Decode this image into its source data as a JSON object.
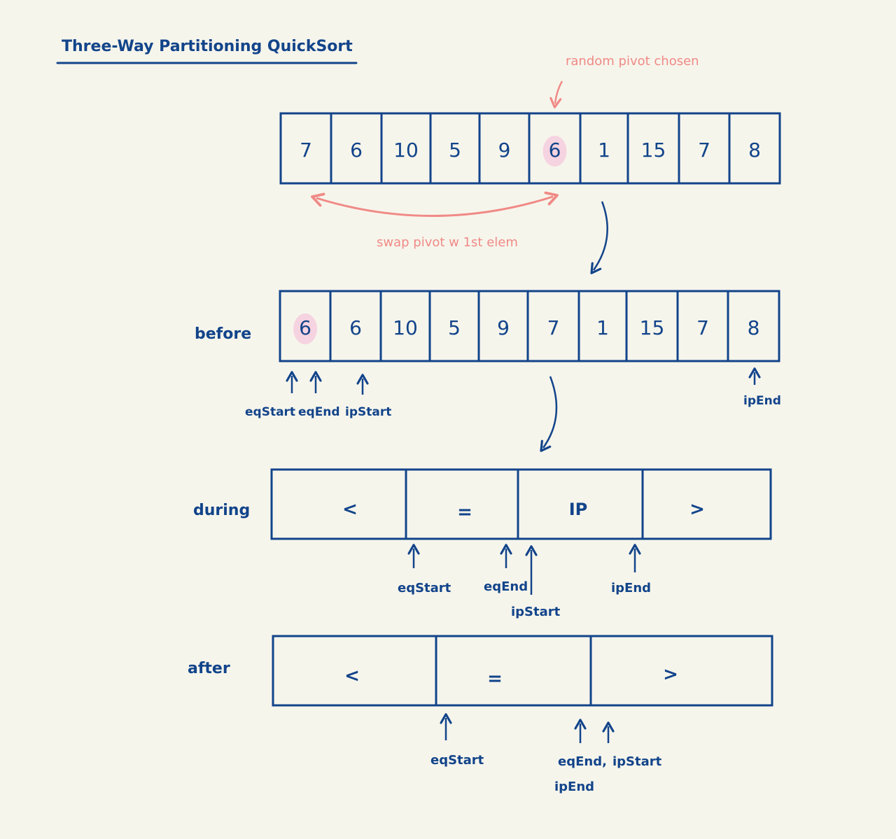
{
  "title": "Three-Way Partitioning QuickSort",
  "annotations": {
    "pivot_note": "random pivot chosen",
    "swap_note": "swap pivot w 1st elem"
  },
  "initial_array": [
    "7",
    "6",
    "10",
    "5",
    "9",
    "6",
    "1",
    "15",
    "7",
    "8"
  ],
  "before": {
    "label": "before",
    "array": [
      "6",
      "6",
      "10",
      "5",
      "9",
      "7",
      "1",
      "15",
      "7",
      "8"
    ],
    "pointers": {
      "eqStart": "eqStart",
      "eqEnd": "eqEnd",
      "ipStart": "ipStart",
      "ipEnd": "ipEnd"
    }
  },
  "during": {
    "label": "during",
    "regions": [
      "<",
      "=",
      "IP",
      ">"
    ],
    "pointers": {
      "eqStart": "eqStart",
      "eqEnd": "eqEnd",
      "ipStart": "ipStart",
      "ipEnd": "ipEnd"
    }
  },
  "after": {
    "label": "after",
    "regions": [
      "<",
      "=",
      ">"
    ],
    "pointers": {
      "eqStart": "eqStart",
      "eqEnd": "eqEnd,",
      "ipEnd": "ipEnd",
      "ipStart": "ipStart"
    }
  },
  "colors": {
    "ink": "#12448a",
    "accent": "#f08a86",
    "highlight": "#f6d3e0",
    "background": "#f6f5ec"
  }
}
